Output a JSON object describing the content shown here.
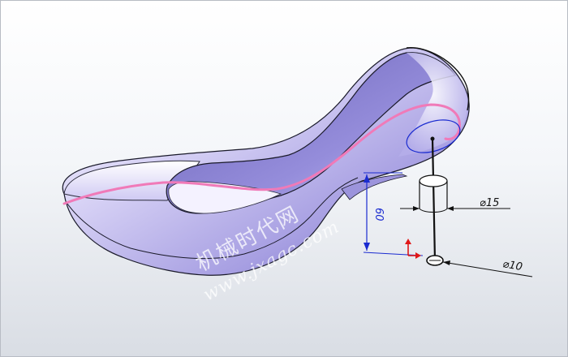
{
  "dimensions": {
    "height_value": "60",
    "top_diameter": "⌀15",
    "bottom_diameter": "⌀10"
  },
  "watermark": {
    "chinese_text": "机械时代网",
    "url_text": "www.jxagc.com"
  },
  "colors": {
    "shoe_fill_light": "#f2f0ff",
    "shoe_fill_dark": "#8e86d6",
    "guide_curve": "#f07ab8",
    "dimension_blue": "#1a2bd0",
    "origin_red": "#e01818",
    "sketch_black": "#111111"
  },
  "icons": [
    "origin-triad-icon"
  ]
}
